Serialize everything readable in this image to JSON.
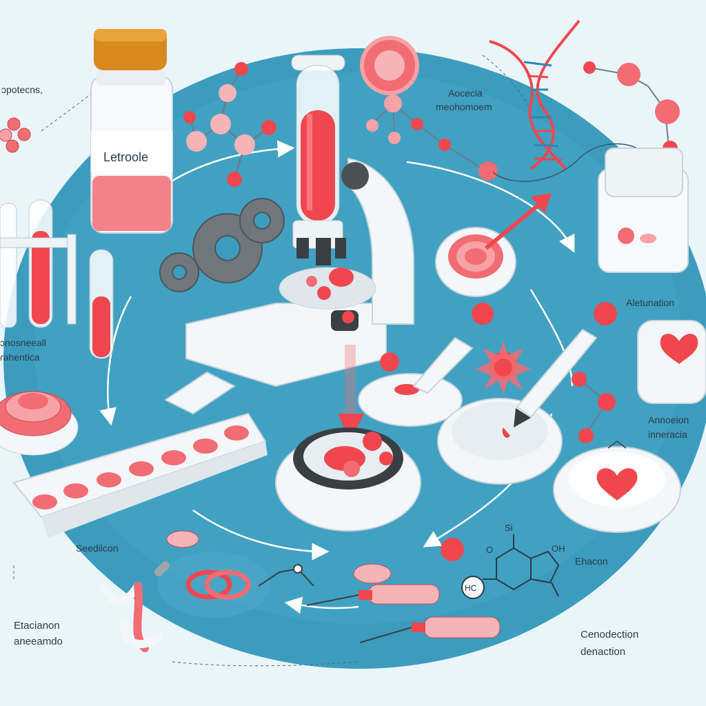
{
  "labels": {
    "top_left": "ɔpotecns,",
    "vial": "Letroole",
    "top_center_1": "Aocecia",
    "top_center_2": "meohomoem",
    "left_mid_1": "ɔnosneeall",
    "left_mid_2": "ɾahentica",
    "right_1": "Aletunation",
    "right_2_1": "Annoeion",
    "right_2_2": "inneracia",
    "bottom_left_circle": "Seedilcon",
    "bottom_right_circle": "Ehacon",
    "chem_si": "Si",
    "chem_oh": "OH",
    "chem_o": "O",
    "chem_hc": "HC",
    "bottom_left_1": "Etacianon",
    "bottom_left_2": "aneeamdo",
    "bottom_right_1": "Cenodection",
    "bottom_right_2": "denaction"
  },
  "colors": {
    "background": "#eaf5fa",
    "disc": "#3c9cbe",
    "accent_red": "#f0474f",
    "pale_red": "#f7a2a6",
    "white_object": "#f4f7f9",
    "cap_orange": "#d98a1f",
    "gear_gray": "#6f767c"
  }
}
